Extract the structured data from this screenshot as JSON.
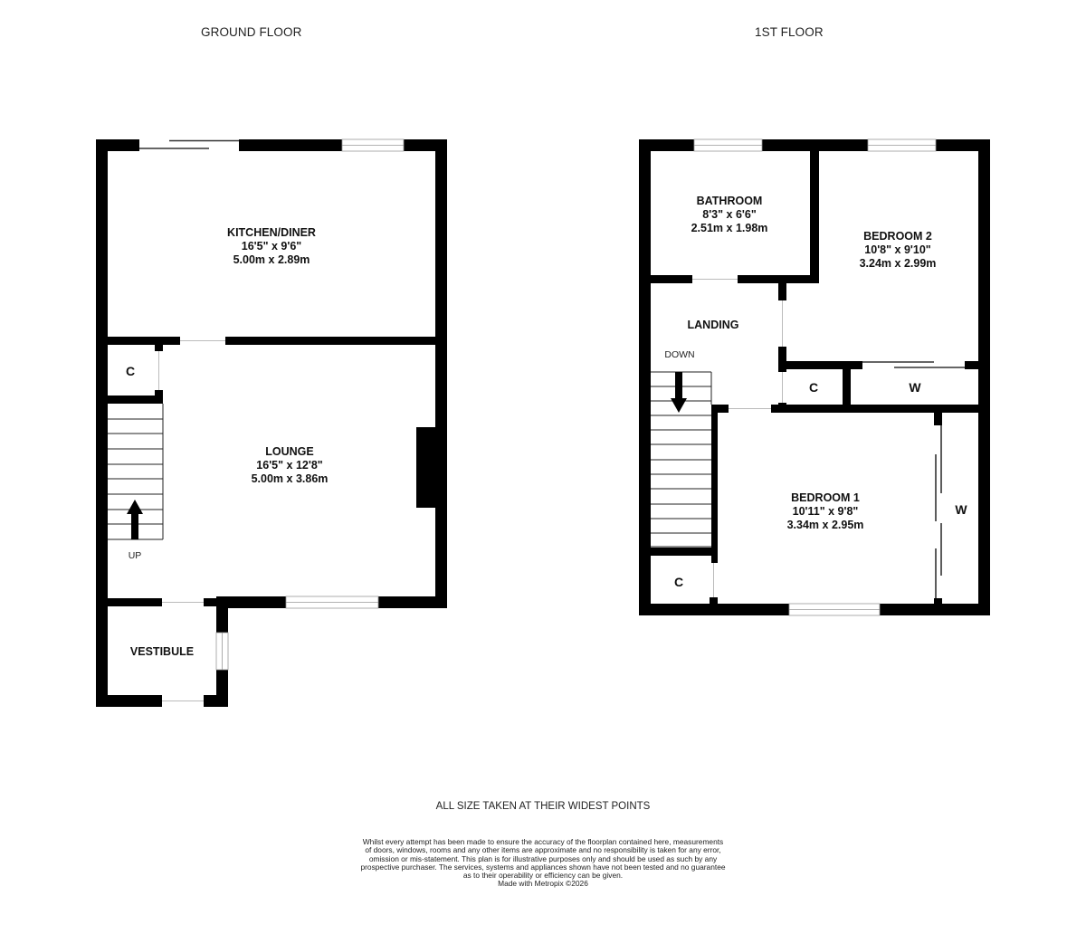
{
  "floors": {
    "ground": {
      "title": "GROUND FLOOR",
      "rooms": {
        "kitchen": {
          "name": "KITCHEN/DINER",
          "imperial": "16'5\"  x 9'6\"",
          "metric": "5.00m  x 2.89m"
        },
        "lounge": {
          "name": "LOUNGE",
          "imperial": "16'5\"  x 12'8\"",
          "metric": "5.00m  x 3.86m"
        },
        "vestibule": {
          "name": "VESTIBULE"
        },
        "cupboard": {
          "name": "C"
        }
      },
      "stairs_label": "UP"
    },
    "first": {
      "title": "1ST FLOOR",
      "rooms": {
        "bathroom": {
          "name": "BATHROOM",
          "imperial": "8'3\"  x 6'6\"",
          "metric": "2.51m  x 1.98m"
        },
        "bedroom2": {
          "name": "BEDROOM 2",
          "imperial": "10'8\"  x 9'10\"",
          "metric": "3.24m  x 2.99m"
        },
        "landing": {
          "name": "LANDING"
        },
        "bedroom1": {
          "name": "BEDROOM 1",
          "imperial": "10'11\"  x 9'8\"",
          "metric": "3.34m  x 2.95m"
        },
        "cupboard_landing": {
          "name": "C"
        },
        "wardrobe_bed2": {
          "name": "W"
        },
        "wardrobe_bed1": {
          "name": "W"
        },
        "cupboard_stairs": {
          "name": "C"
        }
      },
      "stairs_label": "DOWN"
    }
  },
  "footer": {
    "note": "ALL SIZE TAKEN AT THEIR WIDEST POINTS",
    "disclaimer_lines": [
      "Whilst every attempt has been made to ensure the accuracy of the floorplan contained here, measurements",
      "of doors, windows, rooms and any other items are approximate and no responsibility is taken for any error,",
      "omission or mis-statement. This plan is for illustrative purposes only and should be used as such by any",
      "prospective purchaser. The services, systems and appliances shown have not been tested and no guarantee",
      "as to their operability or efficiency can be given."
    ],
    "credit": "Made with Metropix ©2026"
  },
  "colors": {
    "wall": "#000000",
    "background": "#ffffff",
    "door_line": "#bbbbbb",
    "text": "#111111"
  }
}
